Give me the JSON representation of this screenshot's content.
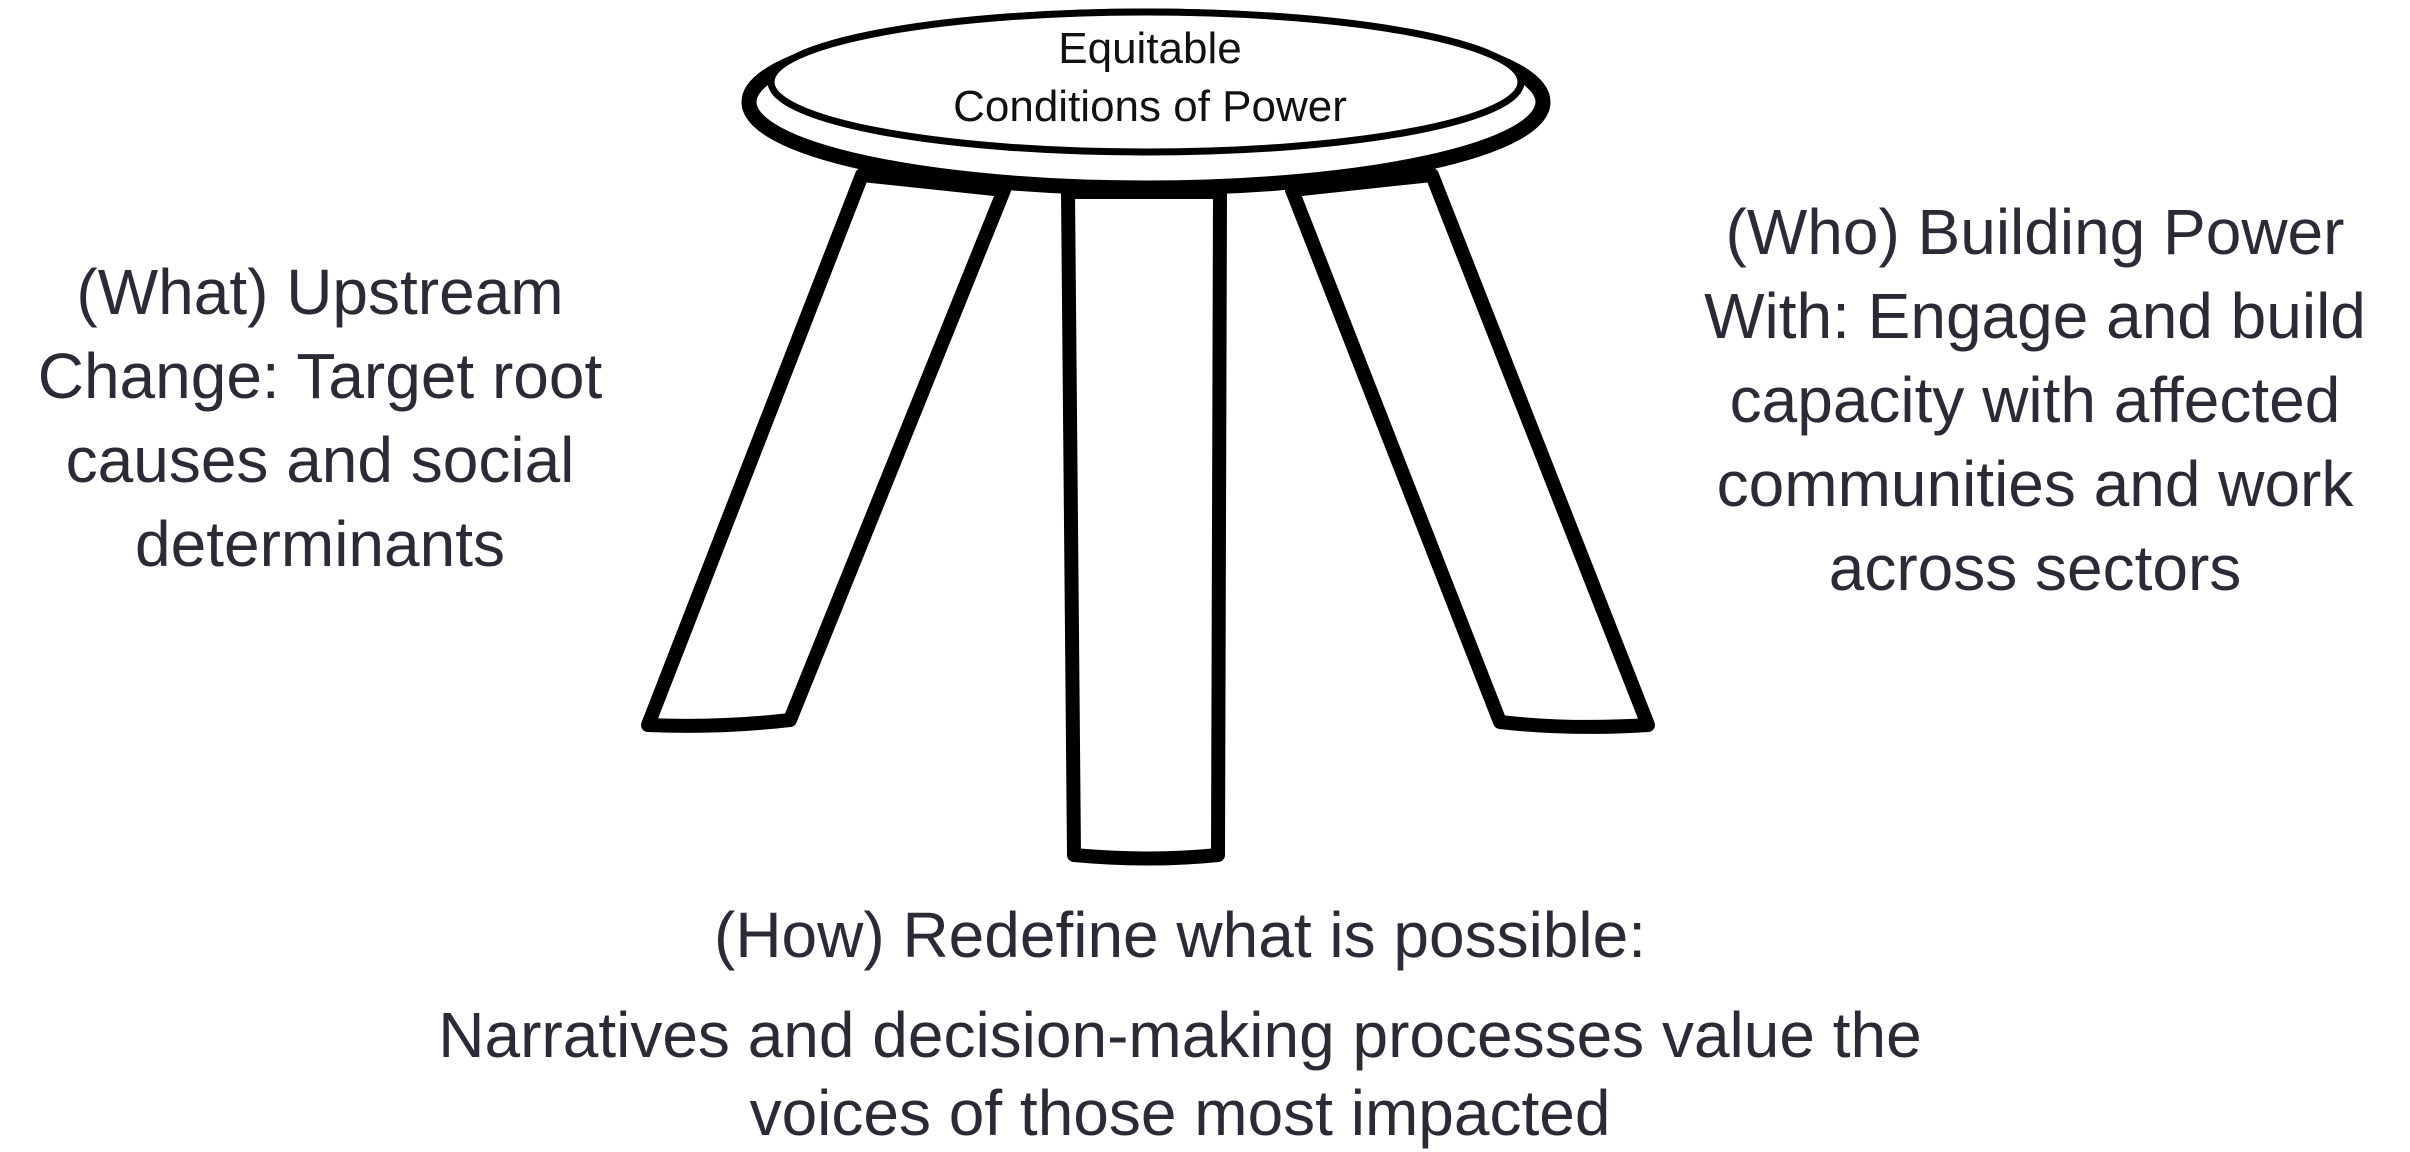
{
  "diagram": {
    "seat": {
      "line1": "Equitable",
      "line2": "Conditions of Power"
    },
    "what": {
      "line1": "(What) Upstream",
      "line2": "Change: Target root",
      "line3": "causes and social",
      "line4": "determinants"
    },
    "who": {
      "line1": "(Who) Building Power",
      "line2": "With: Engage and build",
      "line3": "capacity with affected",
      "line4": "communities and work",
      "line5": "across sectors"
    },
    "how": {
      "title": "(How) Redefine what is possible:",
      "line1": "Narratives and decision-making processes value the",
      "line2": "voices of those most impacted"
    }
  }
}
